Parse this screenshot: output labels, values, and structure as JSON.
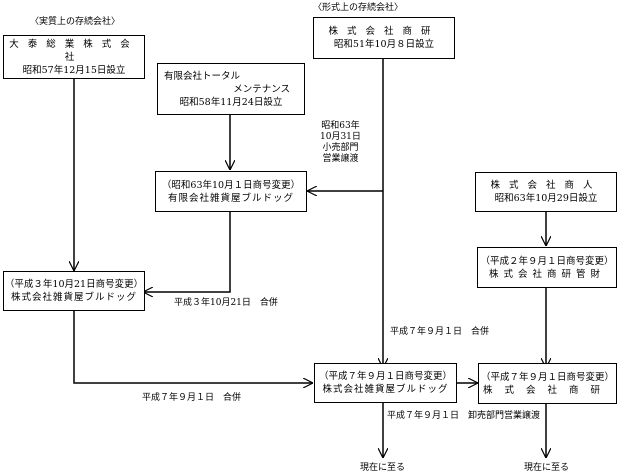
{
  "headers": {
    "substantive": "〈実質上の存続会社〉",
    "formal": "〈形式上の存続会社〉"
  },
  "boxes": {
    "taitai": {
      "name": "大泰総業株式会社",
      "date": "昭和57年12月15日設立"
    },
    "shoken": {
      "name": "株式会社商研",
      "date": "昭和51年10月８日設立"
    },
    "total": {
      "name_line1": "有限会社トータル",
      "name_line2": "メンテナンス",
      "date": "昭和58年11月24日設立"
    },
    "yugen_bulldog": {
      "note": "（昭和63年10月１日商号変更）",
      "name": "有限会社雑貨屋ブルドッグ"
    },
    "shonin": {
      "name": "株式会社商人",
      "date": "昭和63年10月29日設立"
    },
    "kabu_bulldog": {
      "note": "（平成３年10月21日商号変更）",
      "name": "株式会社雑貨屋ブルドッグ"
    },
    "shoken_kanzai": {
      "note": "（平成２年９月１日商号変更）",
      "name": "株式会社商研管財"
    },
    "bulldog_h7": {
      "note": "（平成７年９月１日商号変更）",
      "name": "株式会社雑貨屋ブルドッグ"
    },
    "shoken_h7": {
      "note": "（平成７年９月１日商号変更）",
      "name": "株式会社商研"
    }
  },
  "labels": {
    "transfer_s63": [
      "昭和63年",
      "10月31日",
      "小売部門",
      "営業譲渡"
    ],
    "merger_h3": "平成３年10月21日　合併",
    "merger_h7_right": "平成７年９月１日　合併",
    "merger_h7_left": "平成７年９月１日　合併",
    "transfer_h7": "平成７年９月１日　卸売部門営業譲渡",
    "present_left": "現在に至る",
    "present_right": "現在に至る"
  }
}
